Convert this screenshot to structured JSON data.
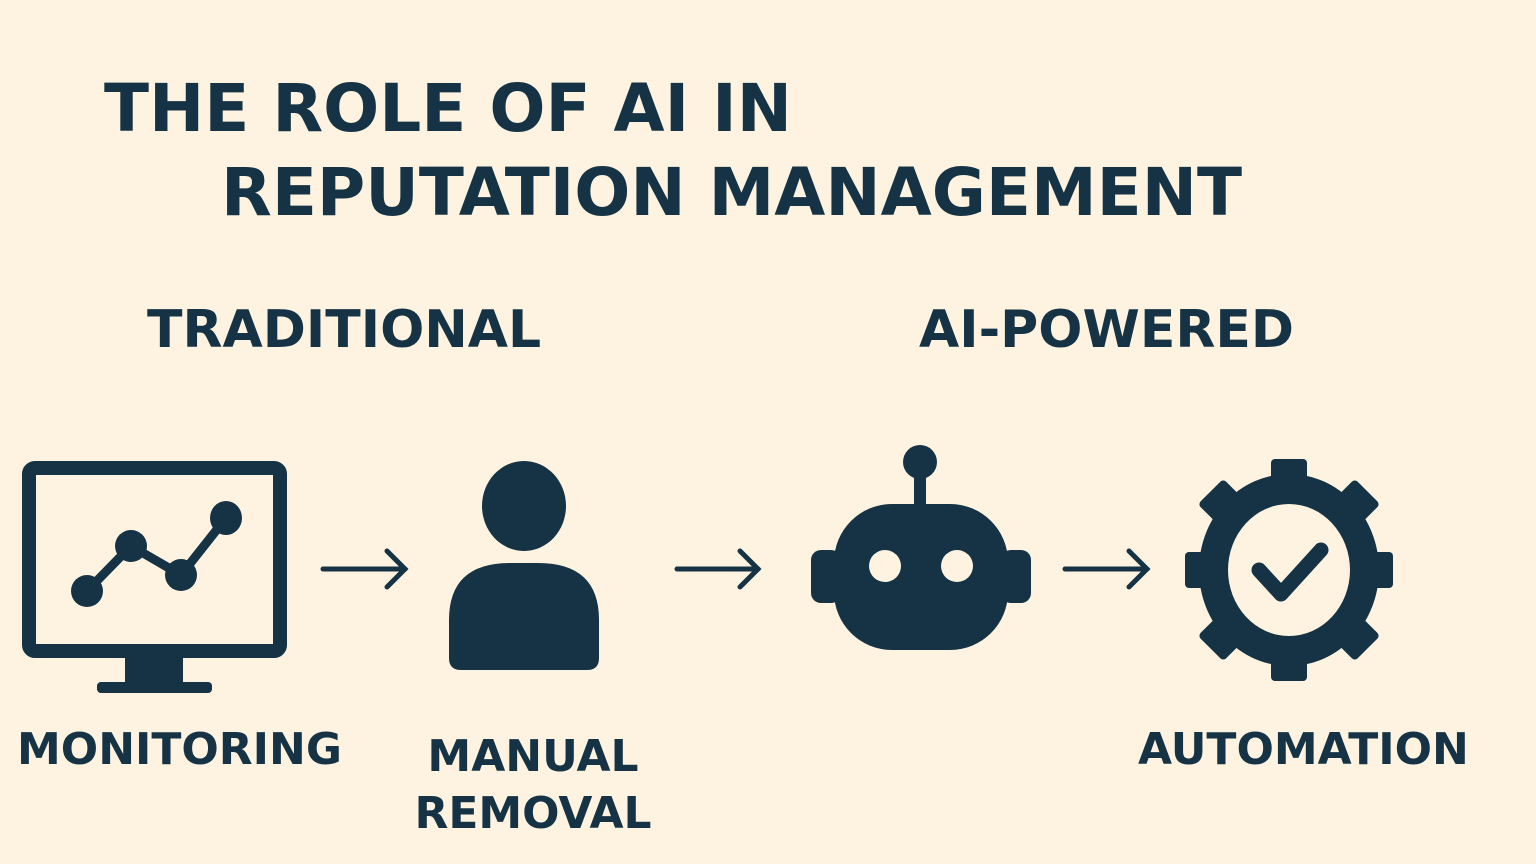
{
  "title": {
    "line1": "THE ROLE OF AI IN",
    "line2": "REPUTATION MANAGEMENT"
  },
  "sections": {
    "traditional": "TRADITIONAL",
    "ai_powered": "AI-POWERED"
  },
  "steps": [
    {
      "icon": "monitor-chart-icon",
      "label": "MONITORING"
    },
    {
      "icon": "person-icon",
      "label_line1": "MANUAL",
      "label_line2": "REMOVAL"
    },
    {
      "icon": "robot-icon",
      "label": ""
    },
    {
      "icon": "gear-check-icon",
      "label": "AUTOMATION"
    }
  ],
  "colors": {
    "background": "#fdf3e0",
    "ink": "#163345"
  }
}
